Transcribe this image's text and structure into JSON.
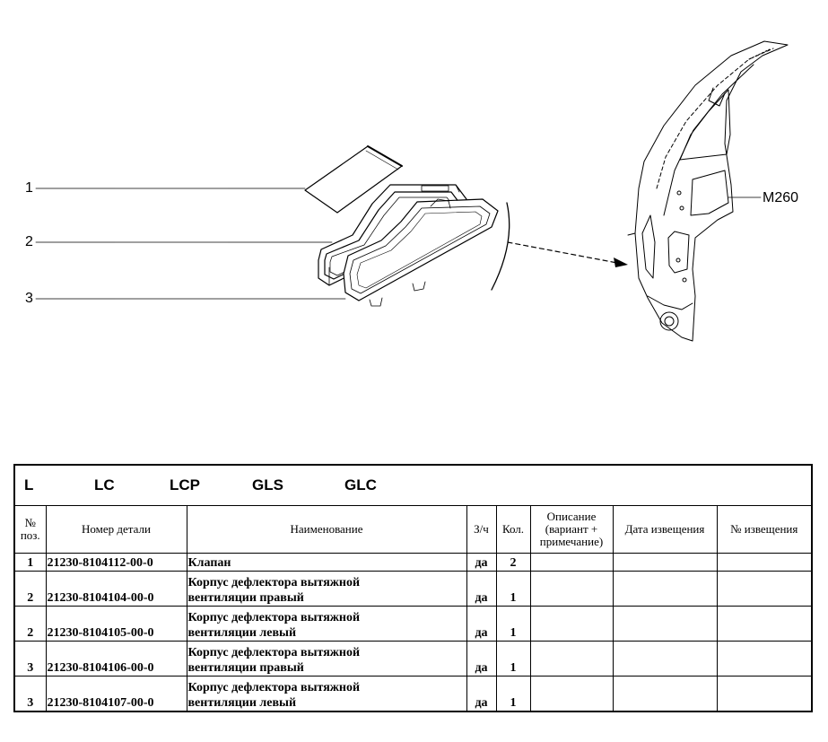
{
  "diagram": {
    "callouts": [
      "1",
      "2",
      "3"
    ],
    "body_ref": "M260"
  },
  "table": {
    "models": [
      "L",
      "LC",
      "LCP",
      "GLS",
      "GLC"
    ],
    "headers": {
      "pos": "№ поз.",
      "part_number": "Номер детали",
      "name": "Наименование",
      "spare": "З/ч",
      "qty": "Кол.",
      "description": "Описание (вариант + примечание)",
      "notice_date": "Дата извещения",
      "notice_no": "№ извещения"
    },
    "rows": [
      {
        "pos": "1",
        "part_number": "21230-8104112-00-0",
        "name_line1": "Клапан",
        "name_line2": "",
        "spare": "да",
        "qty": "2"
      },
      {
        "pos": "2",
        "part_number": "21230-8104104-00-0",
        "name_line1": "Корпус дефлектора вытяжной",
        "name_line2": "вентиляции правый",
        "spare": "да",
        "qty": "1"
      },
      {
        "pos": "2",
        "part_number": "21230-8104105-00-0",
        "name_line1": "Корпус дефлектора вытяжной",
        "name_line2": "вентиляции левый",
        "spare": "да",
        "qty": "1"
      },
      {
        "pos": "3",
        "part_number": "21230-8104106-00-0",
        "name_line1": "Корпус дефлектора вытяжной",
        "name_line2": "вентиляции правый",
        "spare": "да",
        "qty": "1"
      },
      {
        "pos": "3",
        "part_number": "21230-8104107-00-0",
        "name_line1": "Корпус дефлектора вытяжной",
        "name_line2": "вентиляции левый",
        "spare": "да",
        "qty": "1"
      }
    ]
  }
}
